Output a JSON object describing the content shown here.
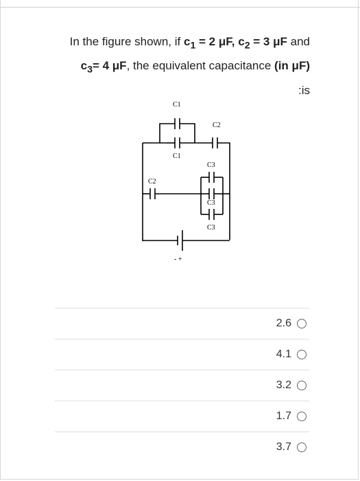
{
  "question": {
    "line1_a": "In the figure shown, if ",
    "c1": "c",
    "c1_sub": "1",
    "c1_val": " = 2 μF, ",
    "c2": "c",
    "c2_sub": "2",
    "c2_val": " = 3 μF",
    "line1_b": " and",
    "c3": "c",
    "c3_sub": "3",
    "c3_val": "= 4 μF",
    "line2_b": ", the equivalent capacitance ",
    "line2_c": "(in μF)",
    "line3": ":is"
  },
  "diagram": {
    "labels": {
      "c1_top": "C1",
      "c1_bottom": "C1",
      "c2_right": "C2",
      "c2_left": "C2",
      "c3_a": "C3",
      "c3_b": "C3",
      "c3_c": "C3",
      "battery": "- +"
    }
  },
  "options": [
    {
      "label": "2.6"
    },
    {
      "label": "4.1"
    },
    {
      "label": "3.2"
    },
    {
      "label": "1.7"
    },
    {
      "label": "3.7"
    }
  ],
  "colors": {
    "border": "#d6d6d6",
    "text": "#222222"
  }
}
